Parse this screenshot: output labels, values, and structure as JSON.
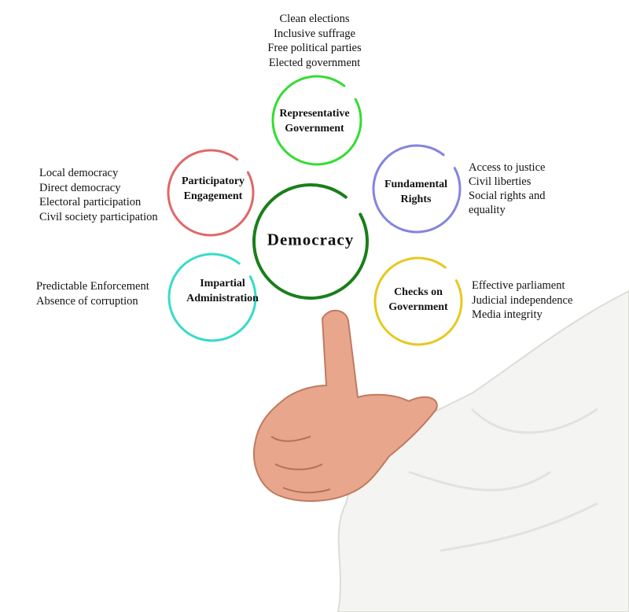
{
  "center": {
    "label": "Democracy",
    "color": "#1a7f1a"
  },
  "nodes": [
    {
      "id": "representative",
      "label_lines": [
        "Representative",
        "Government"
      ],
      "color": "#33dd33",
      "items": [
        "Clean elections",
        "Inclusive suffrage",
        "Free political parties",
        "Elected government"
      ]
    },
    {
      "id": "participatory",
      "label_lines": [
        "Participatory",
        "Engagement"
      ],
      "color": "#e06868",
      "items": [
        "Local democracy",
        "Direct democracy",
        "Electoral participation",
        "Civil society participation"
      ]
    },
    {
      "id": "fundamental",
      "label_lines": [
        "Fundamental",
        "Rights"
      ],
      "color": "#8484e0",
      "items": [
        "Access to justice",
        "Civil liberties",
        "Social rights and",
        "equality"
      ]
    },
    {
      "id": "impartial",
      "label_lines": [
        "Impartial",
        "Administration"
      ],
      "color": "#35dcc8",
      "items": [
        "Predictable Enforcement",
        "Absence of corruption"
      ]
    },
    {
      "id": "checks",
      "label_lines": [
        "Checks on",
        "Government"
      ],
      "color": "#e8c820",
      "items": [
        "Effective parliament",
        "Judicial independence",
        "Media integrity"
      ]
    }
  ]
}
